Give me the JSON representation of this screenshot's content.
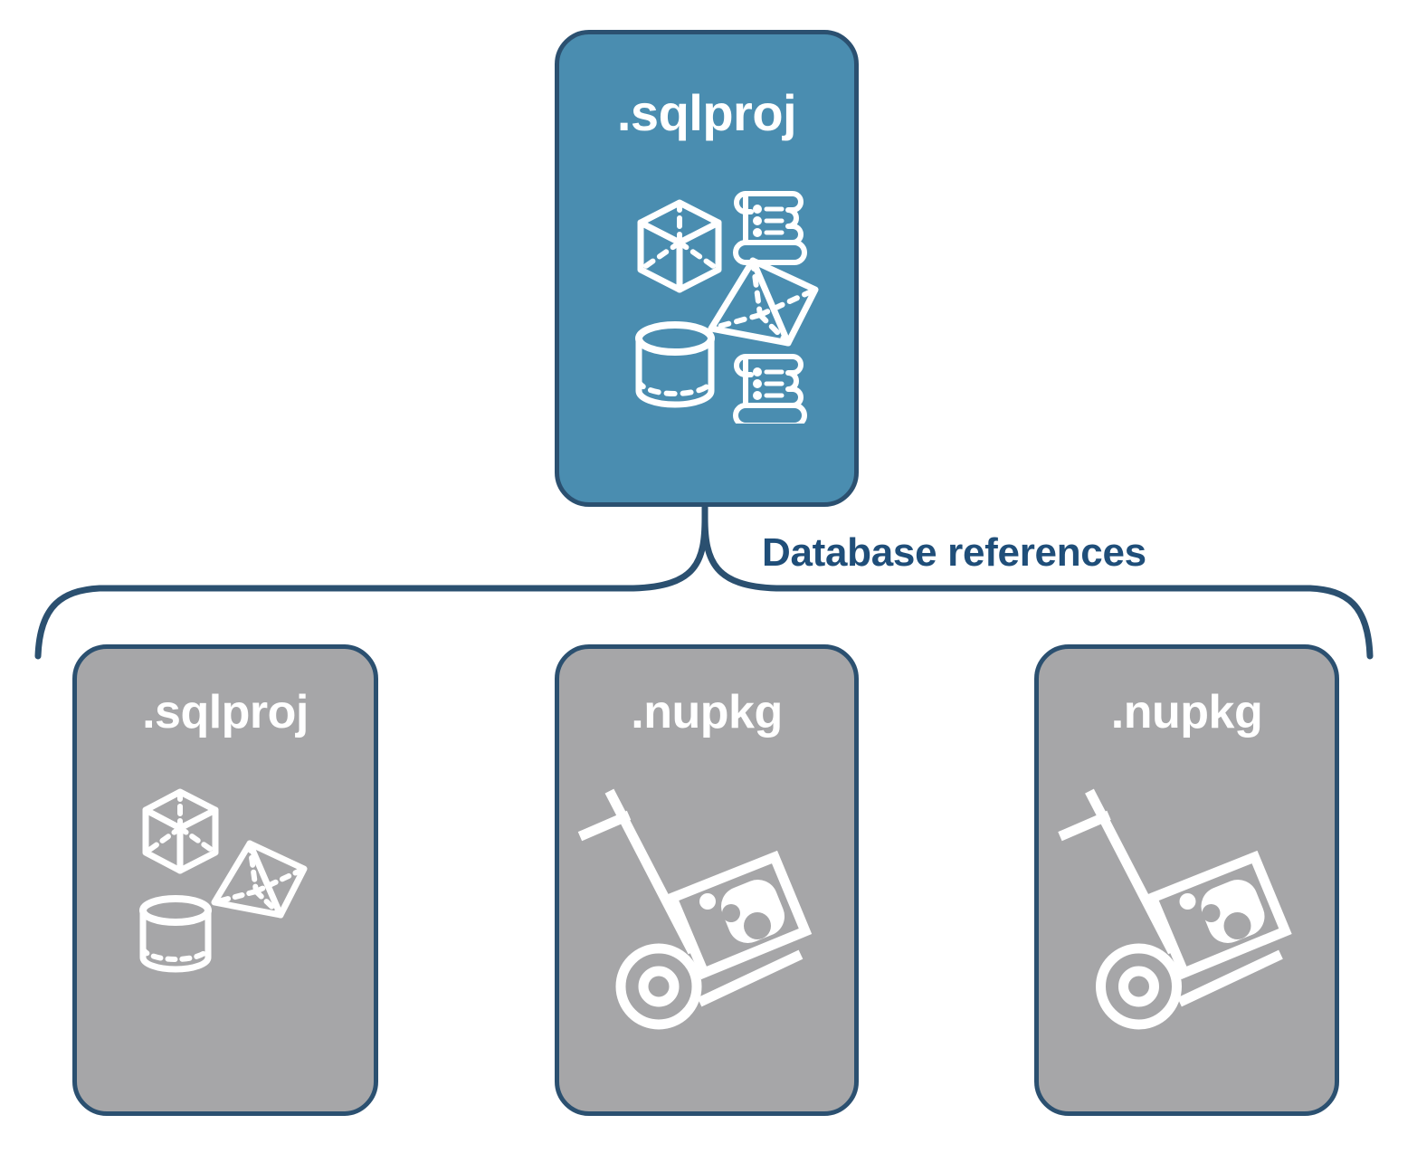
{
  "diagram": {
    "title_label": "Database references",
    "colors": {
      "accent_blue": "#4a8db0",
      "border_navy": "#2b5070",
      "card_gray": "#a6a6a8",
      "label_navy": "#1f4e79",
      "icon_white": "#ffffff"
    }
  },
  "top_card": {
    "label": ".sqlproj",
    "kind": "sqlproj",
    "icons": [
      "cube-icon",
      "pyramid-icon",
      "cylinder-icon",
      "scroll-icon",
      "scroll-icon"
    ]
  },
  "connector": {
    "label": "Database references",
    "style": "curly-brace"
  },
  "bottom_cards": [
    {
      "label": ".sqlproj",
      "kind": "sqlproj",
      "icons": [
        "cube-icon",
        "pyramid-icon",
        "cylinder-icon"
      ]
    },
    {
      "label": ".nupkg",
      "kind": "nupkg",
      "icons": [
        "hand-truck-package-icon"
      ]
    },
    {
      "label": ".nupkg",
      "kind": "nupkg",
      "icons": [
        "hand-truck-package-icon"
      ]
    }
  ]
}
